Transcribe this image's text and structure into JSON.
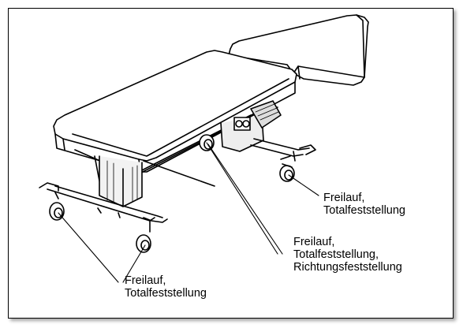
{
  "callouts": {
    "right_caster": {
      "line1": "Freilauf,",
      "line2": "Totalfeststellung"
    },
    "center_caster": {
      "line1": "Freilauf,",
      "line2": "Totalfeststellung,",
      "line3": "Richtungsfeststellung"
    },
    "front_caster": {
      "line1": "Freilauf,",
      "line2": "Totalfeststellung"
    }
  },
  "colors": {
    "line": "#000000",
    "background": "#ffffff",
    "shade": "#cfcfcf"
  }
}
